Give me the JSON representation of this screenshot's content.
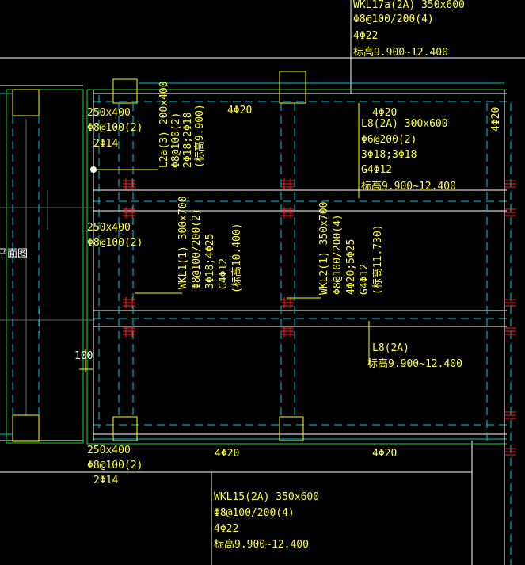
{
  "labels": {
    "wkl17_name": "WKL17a(2A) 350x600",
    "wkl17_stirrup": "Φ8@100/200(4)",
    "wkl17_top": "4Φ22",
    "wkl17_elev": "标高9.900~12.400",
    "beam_top_left": "250x400",
    "beam_top_left_stirrup": "Φ8@100(2)",
    "beam_top_left_bar": "2Φ14",
    "beam_mid_left": "250x400",
    "beam_mid_left_stirrup": "Φ8@100(2)",
    "beam_bot_left": "250x400",
    "beam_bot_left_stirrup": "Φ8@100(2)",
    "beam_bot_left_bar": "2Φ14",
    "top_bar_a": "4Φ20",
    "top_bar_b": "4Φ20",
    "top_bar_c": "4Φ20",
    "bot_bar_a": "4Φ20",
    "bot_bar_b": "4Φ20",
    "l2a_name": "L2a(3) 200x400",
    "l2a_stirrup": "Φ8@100(2)",
    "l2a_bars": "2Φ18;2Φ18",
    "l2a_elev": "(标高9.900)",
    "l8_name": "L8(2A) 300x600",
    "l8_stirrup": "Φ6@200(2)",
    "l8_bars": "3Φ18;3Φ18",
    "l8_side": "G4Φ12",
    "l8_elev": "标高9.900~12.400",
    "wkl1_name": "WKL1(1) 300x700",
    "wkl1_stirrup": "Φ8@100/200(2)",
    "wkl1_bars": "3Φ18;4Φ25",
    "wkl1_side": "G4Φ12",
    "wkl1_elev": "(标高10.400)",
    "wkl2_name": "WKL2(1) 350x700",
    "wkl2_stirrup": "Φ8@100/200(4)",
    "wkl2_bars": "4Φ20;5Φ25",
    "wkl2_side": "G4Φ12",
    "wkl2_elev": "(标高11.730)",
    "l8b_name": "L8(2A)",
    "l8b_elev": "标高9.900~12.400",
    "wkl15_name": "WKL15(2A) 350x600",
    "wkl15_stirrup": "Φ8@100/200(4)",
    "wkl15_top": "4Φ22",
    "wkl15_elev": "标高9.900~12.400",
    "side_text": "平面图",
    "dim_100": "100"
  },
  "colors": {
    "annotation": "#ffff40",
    "column": "#ffff00",
    "beam_edge": "#ffffff",
    "beam_hidden": "#00c8d8",
    "axis": "#5a6a6a",
    "frame": "#20d020",
    "rebar_mark": "#ff2020"
  }
}
